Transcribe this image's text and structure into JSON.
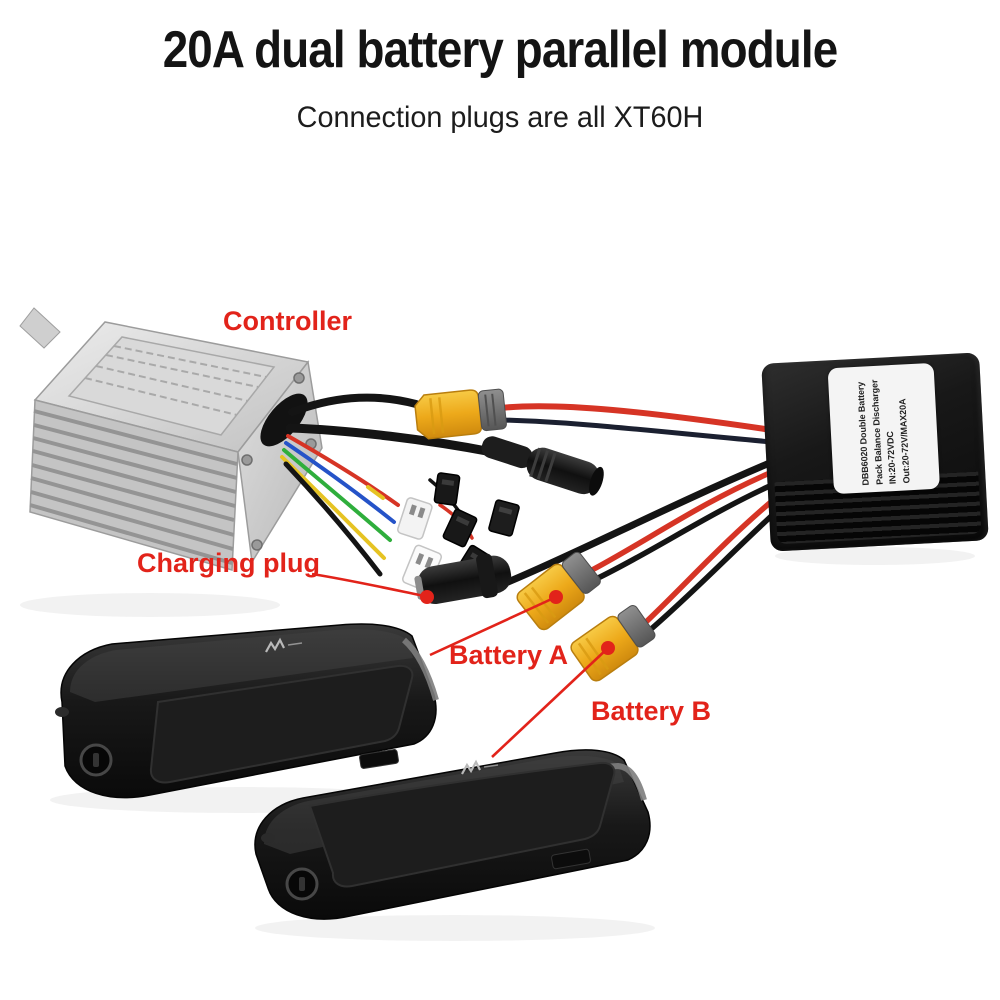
{
  "header": {
    "title": "20A dual battery parallel module",
    "subtitle": "Connection plugs are all XT60H"
  },
  "annotations": {
    "controller_label": "Controller",
    "charging_plug_label": "Charging plug",
    "battery_a_label": "Battery A",
    "battery_b_label": "Battery B"
  },
  "module_label": {
    "line1": "DBB6020 Double Battery",
    "line2": "Pack Balance Discharger",
    "line3": "IN:20-72VDC",
    "line4": "Out:20-72V/MAX20A"
  },
  "colors": {
    "annotation_red": "#e2231a",
    "title_black": "#141414",
    "xt60_yellow": "#eda91a",
    "wire_red": "#d63425",
    "wire_black": "#141414"
  }
}
